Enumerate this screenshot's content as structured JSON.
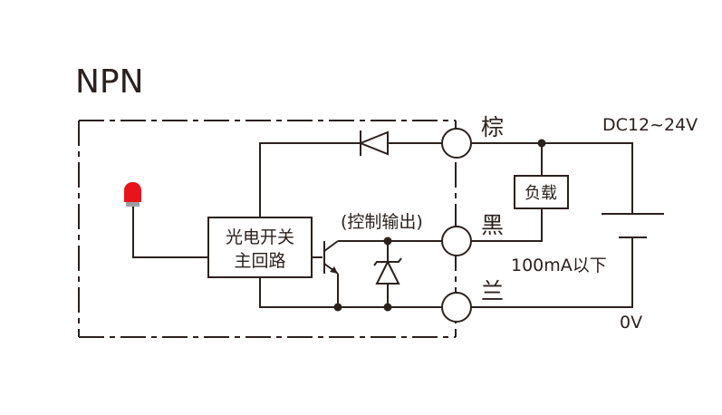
{
  "title": "NPN",
  "main_circuit_label_line1": "光电开关",
  "main_circuit_label_line2": "主回路",
  "control_output_label": "(控制输出)",
  "terminals": {
    "brown": "棕",
    "black": "黑",
    "blue": "兰"
  },
  "load_label": "负载",
  "supply_label": "DC12~24V",
  "current_label": "100mA以下",
  "zero_volt_label": "0V",
  "indicator_color": "#e8141b"
}
